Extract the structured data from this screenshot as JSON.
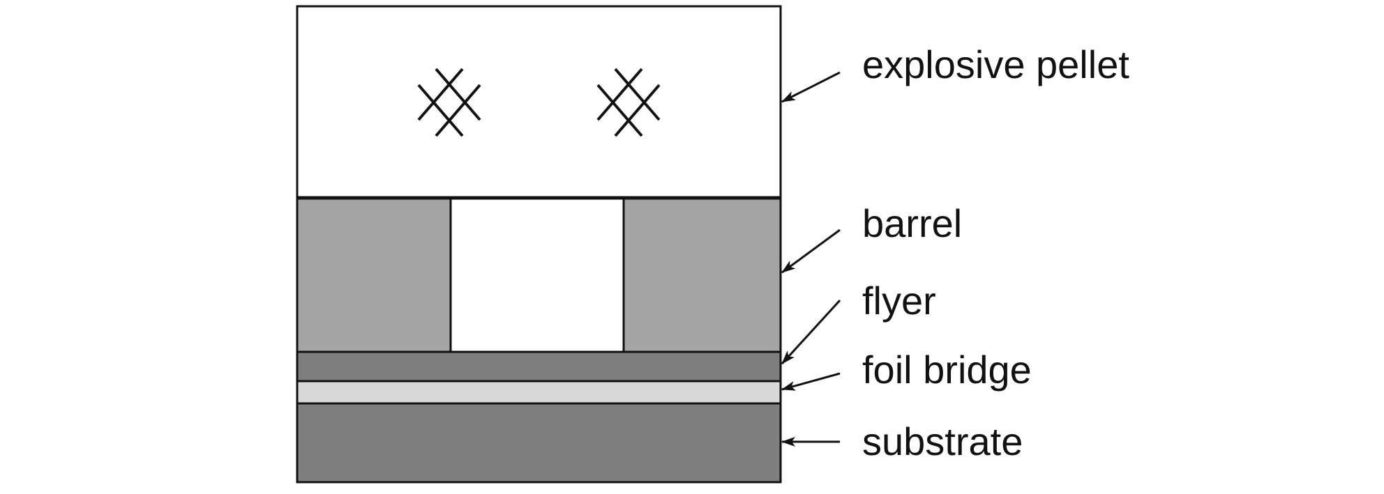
{
  "labels": {
    "explosive_pellet": "explosive pellet",
    "barrel": "barrel",
    "flyer": "flyer",
    "foil_bridge": "foil bridge",
    "substrate": "substrate"
  },
  "colors": {
    "outline": "#111111",
    "pellet": "#ffffff",
    "barrel": "#a4a4a4",
    "flyer": "#7e7e7e",
    "foil_bridge": "#d8d8d8",
    "substrate": "#7f7f7f",
    "bore": "#ffffff"
  },
  "icons": {
    "pellet_marks": "crosshatch-icon"
  }
}
